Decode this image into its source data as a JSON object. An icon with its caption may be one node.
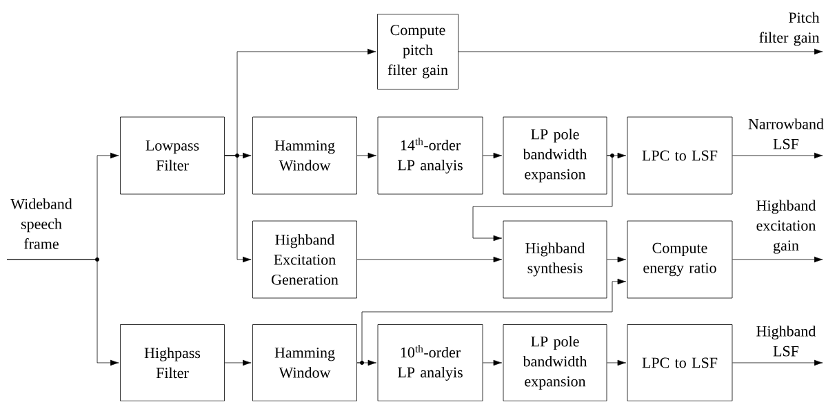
{
  "diagram": {
    "nodes": [
      {
        "text": [
          "Compute pitch filter gain"
        ]
      },
      {
        "text": [
          "Lowpass Filter"
        ]
      },
      {
        "text": [
          "Hamming Window"
        ]
      },
      {
        "text": [
          "14$^{th}$-order LP analyis"
        ]
      },
      {
        "text": [
          "LP pole bandwidth expansion"
        ]
      },
      {
        "text": [
          "LPC to LSF"
        ]
      },
      {
        "text": [
          "Highband Excitation Generation"
        ]
      },
      {
        "text": [
          "Highband synthesis"
        ]
      },
      {
        "text": [
          "Compute energy ratio"
        ]
      },
      {
        "text": [
          "Highpass Filter"
        ]
      },
      {
        "text": [
          "Hamming Window"
        ]
      },
      {
        "text": [
          "10$^{th}$-order LP analyis"
        ]
      },
      {
        "text": [
          "LP pole bandwidth expansion"
        ]
      },
      {
        "text": [
          "LPC to LSF"
        ]
      }
    ],
    "edges": [
      {
        "from": null,
        "to": 1,
        "arrow": "to"
      },
      {
        "from": null,
        "to": 9,
        "arrow": "to"
      },
      {
        "from": 1,
        "to": 0,
        "arrow": "to"
      },
      {
        "from": 1,
        "to": 2,
        "arrow": "to"
      },
      {
        "from": 1,
        "to": 6,
        "arrow": "to"
      },
      {
        "from": 2,
        "to": 3,
        "arrow": "to"
      },
      {
        "from": 3,
        "to": 4,
        "arrow": "to"
      },
      {
        "from": 4,
        "to": 5,
        "arrow": "to"
      },
      {
        "from": 4,
        "to": 7,
        "arrow": "to"
      },
      {
        "from": 6,
        "to": 7,
        "arrow": "to"
      },
      {
        "from": 7,
        "to": 8,
        "arrow": "to"
      },
      {
        "from": 10,
        "to": 8,
        "arrow": "to"
      },
      {
        "from": 9,
        "to": 10,
        "arrow": "to"
      },
      {
        "from": 10,
        "to": 11,
        "arrow": "to"
      },
      {
        "from": 11,
        "to": 12,
        "arrow": "to"
      },
      {
        "from": 12,
        "to": 13,
        "arrow": "to"
      },
      {
        "from": 0,
        "to": null,
        "arrow": "to",
        "label": "Pitch filter gain"
      },
      {
        "from": 5,
        "to": null,
        "arrow": "to",
        "label": "Narrowband LSF"
      },
      {
        "from": 8,
        "to": null,
        "arrow": "to",
        "label": "Highband excitation gain"
      },
      {
        "from": 13,
        "to": null,
        "arrow": "to",
        "label": "Highband LSF"
      }
    ],
    "labels": [
      "Wideband speech frame"
    ]
  }
}
